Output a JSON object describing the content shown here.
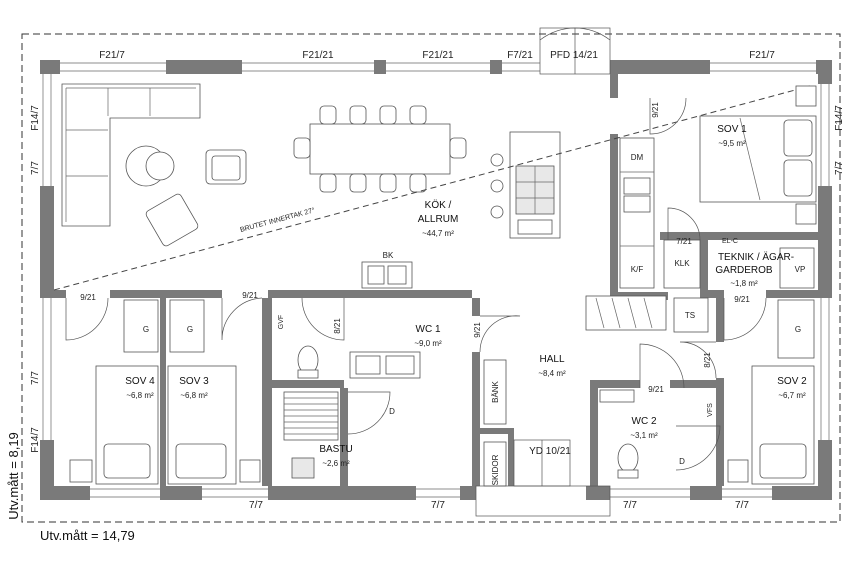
{
  "dimensions": {
    "width_label": "Utv.mått = 14,79",
    "depth_label": "Utv.mått = 8,19"
  },
  "windows": {
    "top_1": "F21/7",
    "top_2": "F21/21",
    "top_3": "F21/21",
    "top_4": "F7/21",
    "top_5": "PFD 14/21",
    "top_6": "F21/7",
    "left_1": "F14/7",
    "left_2": "7/7",
    "left_3": "7/7",
    "left_4": "F14/7",
    "right_1": "F14/7",
    "right_2": "7/7",
    "bottom_1": "7/7",
    "bottom_2": "7/7",
    "bottom_3": "YD 10/21",
    "bottom_4": "7/7",
    "bottom_5": "7/7"
  },
  "doors": {
    "d1": "9/21",
    "d2": "9/21",
    "d3": "8/21",
    "d4": "9/21",
    "d5": "9/21",
    "d6": "7/21",
    "d7": "9/21",
    "d8": "8/21",
    "d9": "9/21"
  },
  "rooms": {
    "kok": {
      "name_1": "KÖK /",
      "name_2": "ALLRUM",
      "area": "~44,7 m²"
    },
    "sov1": {
      "name": "SOV 1",
      "area": "~9,5 m²"
    },
    "sov2": {
      "name": "SOV 2",
      "area": "~6,7 m²"
    },
    "sov3": {
      "name": "SOV 3",
      "area": "~6,8 m²"
    },
    "sov4": {
      "name": "SOV 4",
      "area": "~6,8 m²"
    },
    "wc1": {
      "name": "WC 1",
      "area": "~9,0 m²"
    },
    "wc2": {
      "name": "WC 2",
      "area": "~3,1 m²"
    },
    "hall": {
      "name": "HALL",
      "area": "~8,4 m²"
    },
    "bastu": {
      "name": "BASTU",
      "area": "~2,6 m²"
    },
    "teknik": {
      "name_1": "TEKNIK / ÄGAR-",
      "name_2": "GARDEROB",
      "area": "~1,8 m²"
    }
  },
  "labels": {
    "roof_line": "BRUTET INNERTAK 27°",
    "bk": "BK",
    "dm": "DM",
    "kf": "K/F",
    "klk": "KLK",
    "vp": "VP",
    "ts": "TS",
    "gvf": "GVF",
    "vfs": "VFS",
    "el_c": "EL-C",
    "bank": "BÄNK",
    "skidor": "SKIDOR",
    "g": "G",
    "d": "D"
  }
}
